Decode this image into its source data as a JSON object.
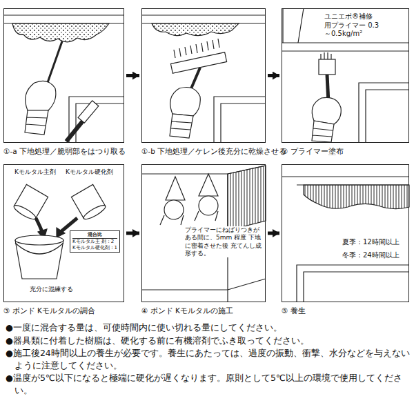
{
  "diagram": {
    "nodes": [
      {
        "text": [
          "①-a 下地処理／脆弱部をはつり取る"
        ]
      },
      {
        "text": [
          "①-b 下地処理／ケレン後充分に乾燥させる"
        ]
      },
      {
        "text": [
          "② プライマー塗布",
          "ユニエポ®補修 用プライマー 0.3～0.5kg/m²"
        ]
      },
      {
        "text": [
          "③ ボンド Kモルタルの調合",
          "Kモルタル主剤",
          "Kモルタル硬化剤",
          "充分に混練する"
        ]
      },
      {
        "text": [
          "混合比",
          "Kモルタル主 剤：2",
          "Kモルタル硬化剤：1"
        ],
        "in": 3
      },
      {
        "text": [
          "④ ボンド Kモルタルの施工",
          "プライマーにねばりつきが ある間に、5mm 程度 下地に密着させた後 充てんし成形する。"
        ]
      },
      {
        "text": [
          "⑤ 養生",
          "夏季：12時間以上",
          "冬季：24時間以上"
        ]
      }
    ],
    "edges": [
      {
        "from": 0,
        "to": 1,
        "arrow": "to"
      },
      {
        "from": 1,
        "to": 2,
        "arrow": "to"
      },
      {
        "from": 3,
        "to": 5,
        "arrow": "to"
      },
      {
        "from": 5,
        "to": 6,
        "arrow": "to"
      }
    ],
    "labels": [
      "●一度に混合する量は、可使時間内に使い切れる量にしてください。",
      "●器具類に付着した樹脂は、硬化する前に有機溶剤でふき取ってください。",
      "●施工後24時間以上の養生が必要です。養生にあたっては、過度の振動、衝撃、水分などを与えない ように注意してください。",
      "●温度が5℃以下になると極端に硬化が遅くなります。原則として5℃以上の環境で使用してください。"
    ]
  }
}
